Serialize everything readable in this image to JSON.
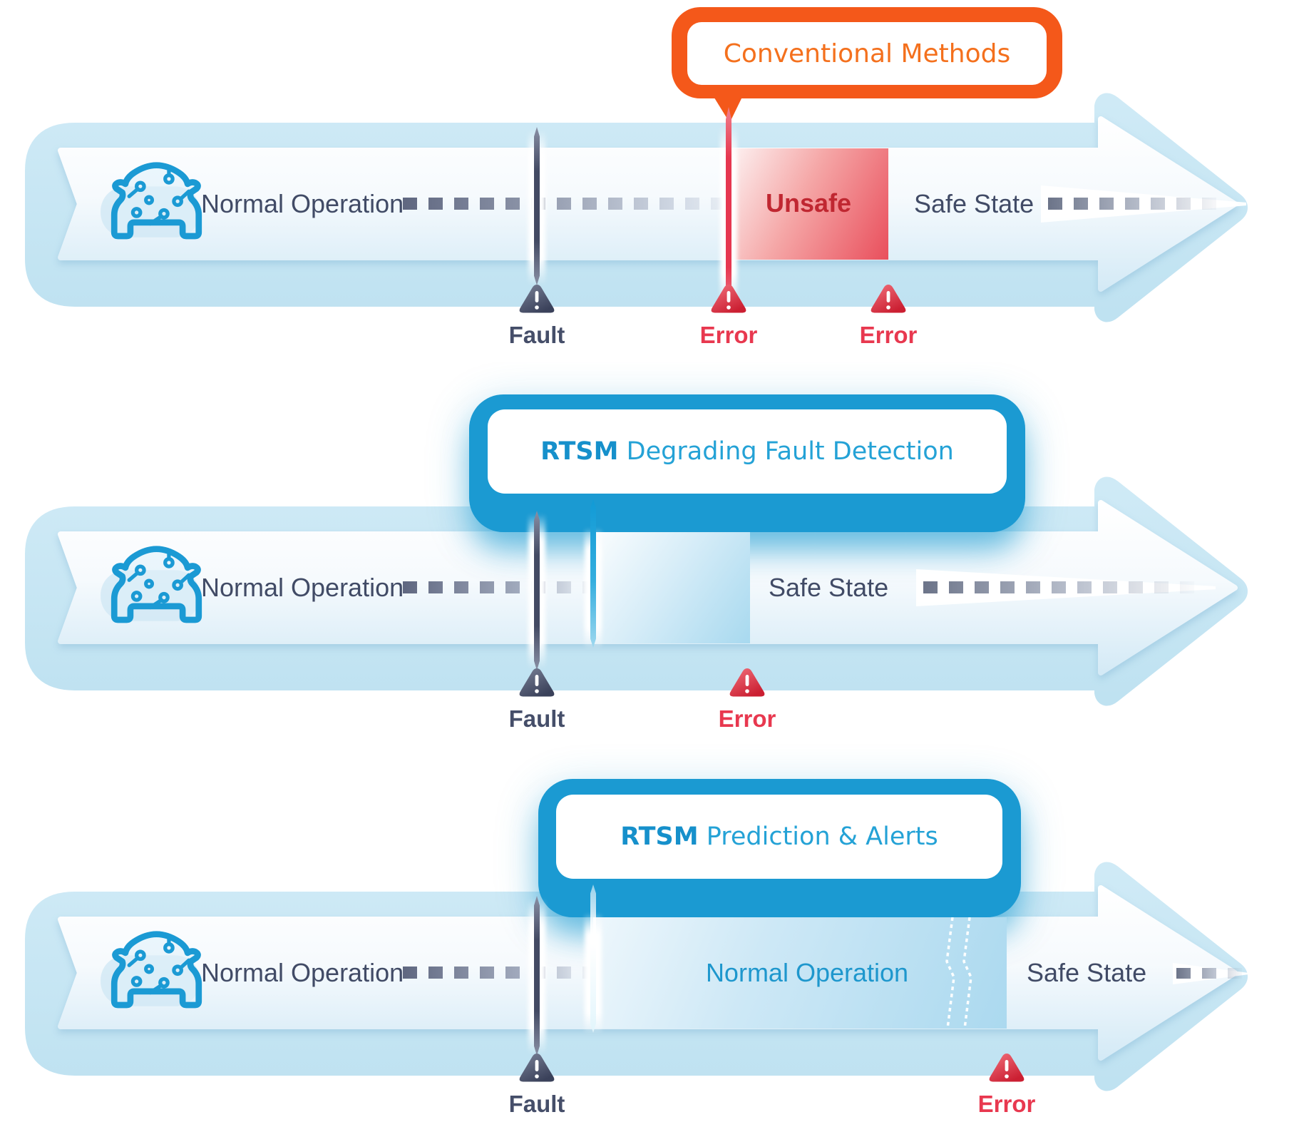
{
  "rows": [
    {
      "name": "conventional-methods",
      "callout": {
        "label": "Conventional Methods"
      },
      "start_label": "Normal Operation",
      "unsafe_label": "Unsafe",
      "safe_label": "Safe State",
      "fault_label": "Fault",
      "error_labels": [
        "Error",
        "Error"
      ]
    },
    {
      "name": "rtsm-degrading-fault-detection",
      "callout": {
        "label_bold": "RTSM",
        "label_rest": "Degrading Fault Detection"
      },
      "start_label": "Normal Operation",
      "safe_label": "Safe State",
      "fault_label": "Fault",
      "error_label": "Error"
    },
    {
      "name": "rtsm-prediction-alerts",
      "callout": {
        "label_bold": "RTSM",
        "label_rest": "Prediction & Alerts"
      },
      "start_label": "Normal Operation",
      "mid_label": "Normal Operation",
      "safe_label": "Safe State",
      "fault_label": "Fault",
      "error_label": "Error"
    }
  ],
  "icons": {
    "car": "car-circuit-icon",
    "fault": "warning-triangle-slate",
    "error": "warning-triangle-red"
  },
  "colors": {
    "accent_orange": "#f4581a",
    "accent_blue": "#1b9ad2",
    "error_red": "#e8384f",
    "fault_slate": "#454e69",
    "text_slate": "#414b66",
    "band_blue": "#c6e5f3",
    "unsafe_red": "#e94f5c",
    "rtsm_text_blue": "#1e97cd"
  }
}
